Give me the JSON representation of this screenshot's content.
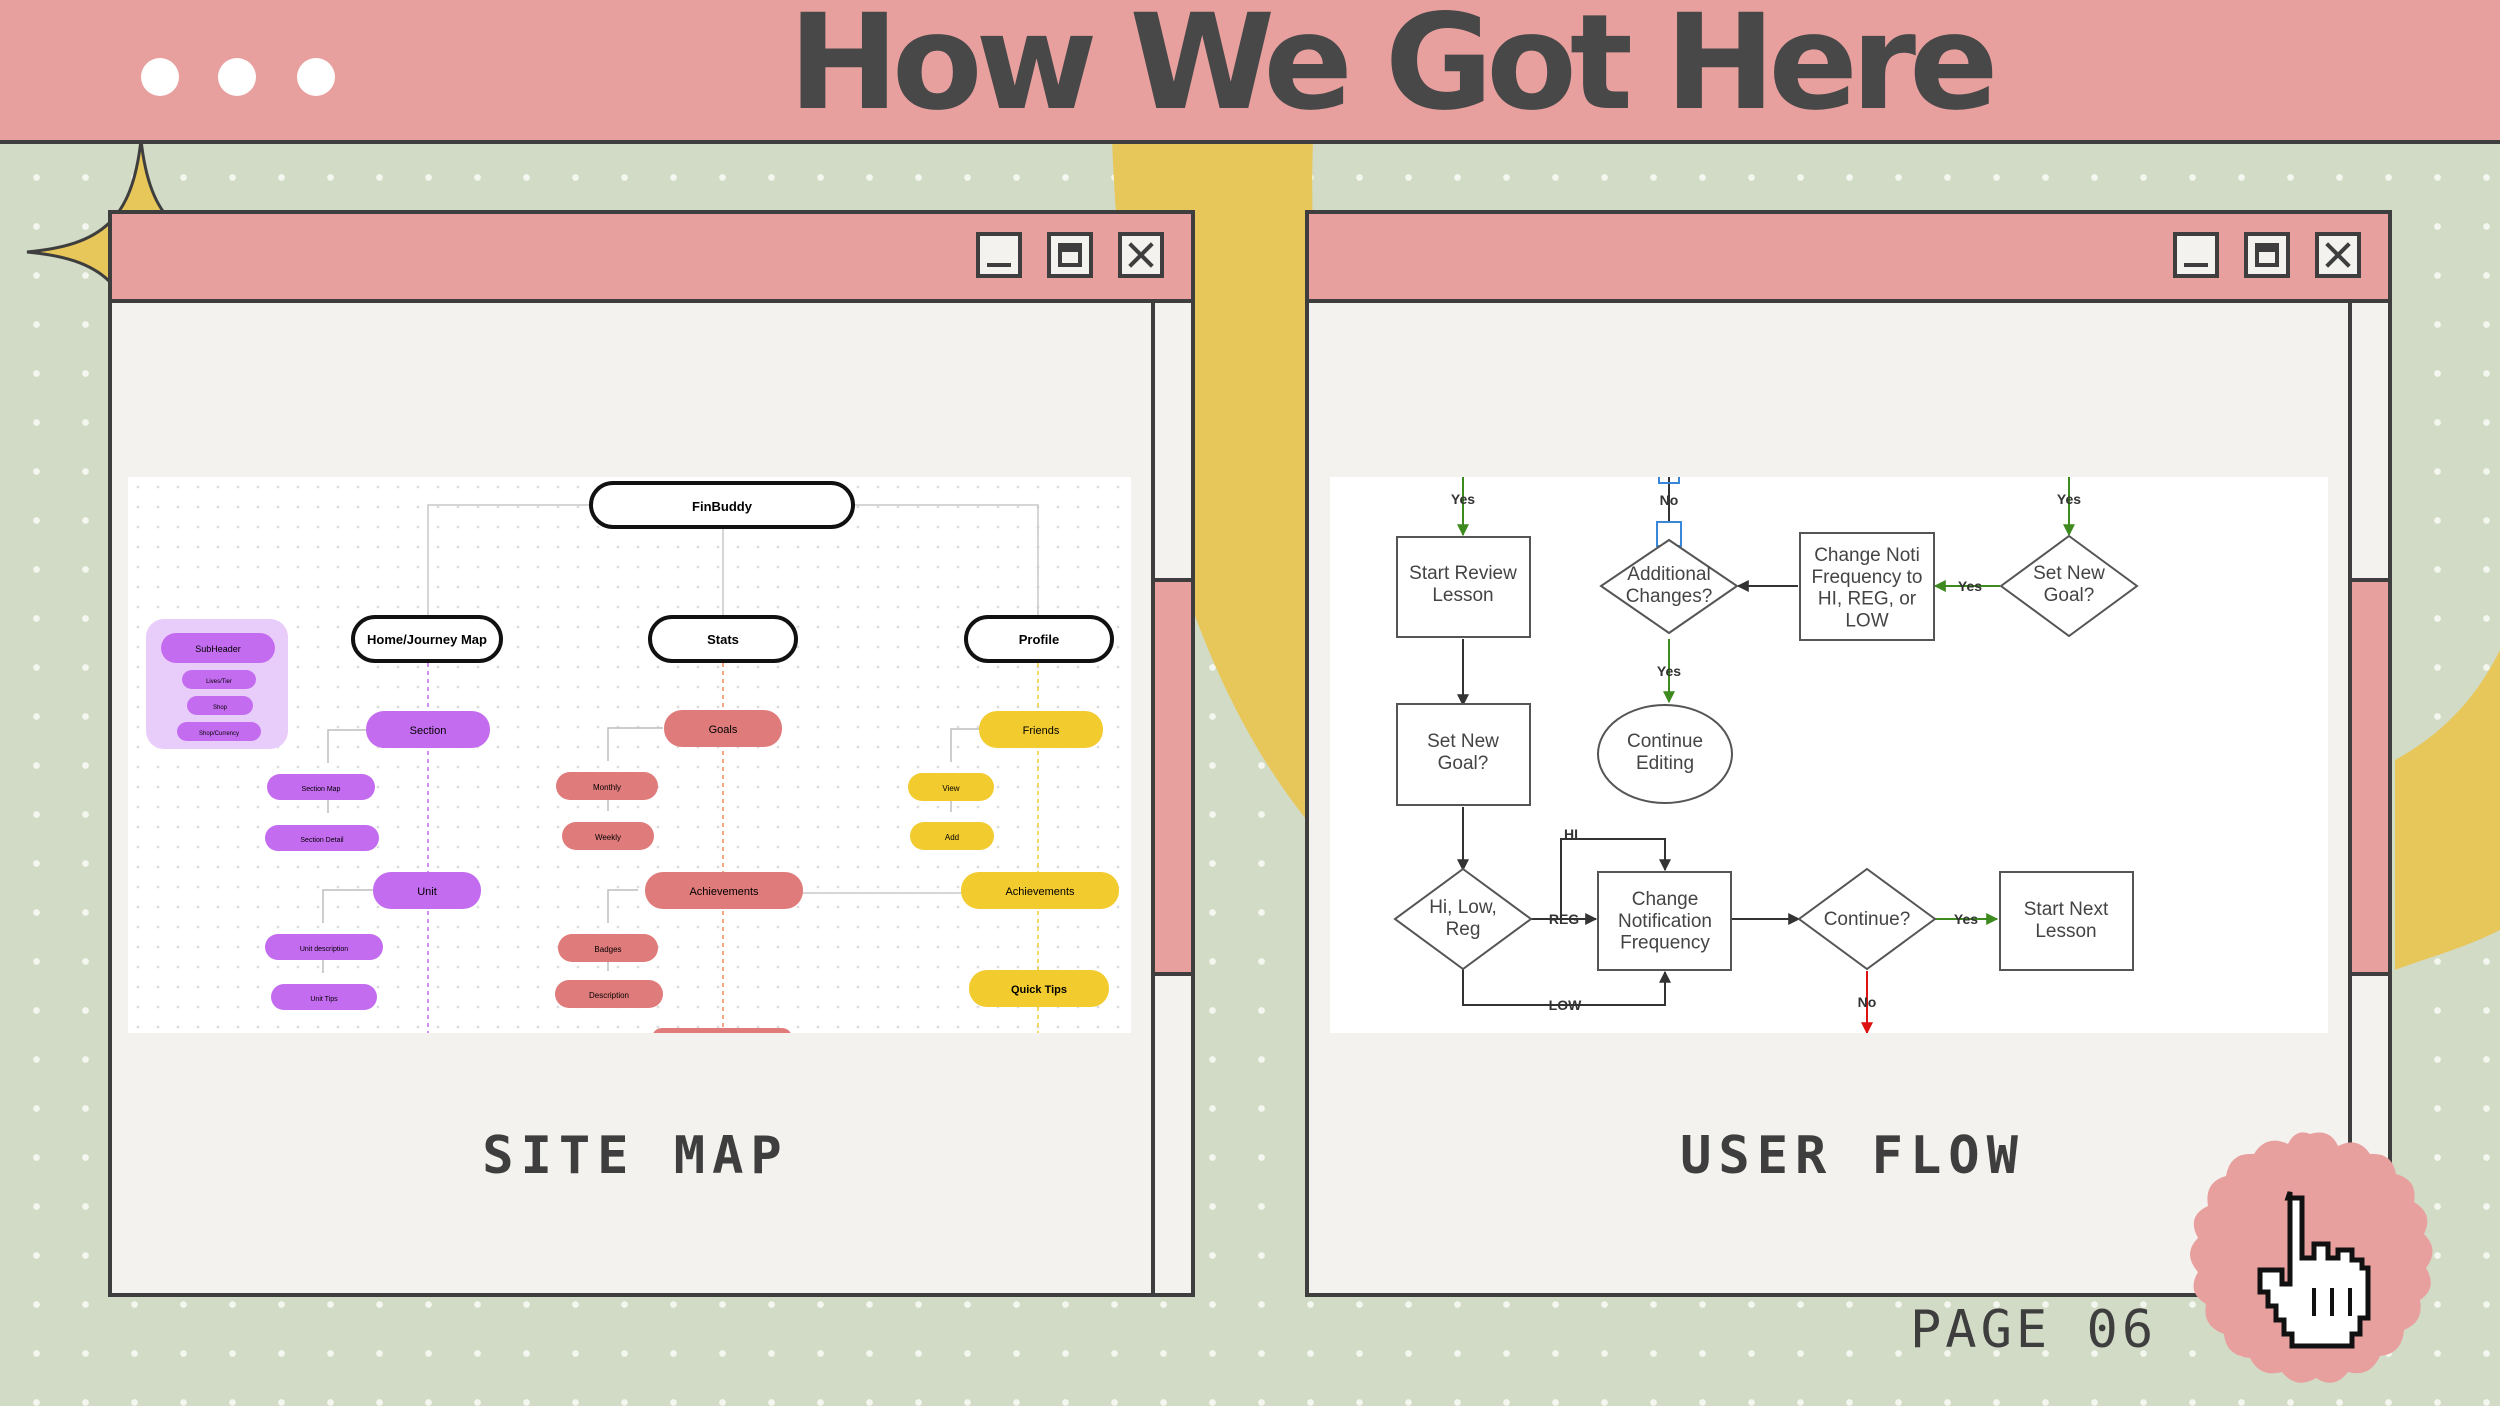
{
  "header": {
    "title": "How We Got Here",
    "dots": [
      "dot-1",
      "dot-2",
      "dot-3"
    ]
  },
  "colors": {
    "background": "#d2dbc6",
    "pink": "#e8a09f",
    "dark": "#3e3e3e",
    "yellow": "#e8c75a",
    "purple": "#c46cf0",
    "red": "#e07b7b",
    "gold": "#f2cb2f"
  },
  "left_window": {
    "buttons": [
      "minimize",
      "maximize",
      "close"
    ],
    "caption": "SITE MAP",
    "site_map": {
      "root": "FinBuddy",
      "sections": [
        "Home/Journey Map",
        "Stats",
        "Profile"
      ],
      "subheader_legend": [
        "SubHeader",
        "Lives/Tier",
        "Shop",
        "Shop/Currency"
      ],
      "home": [
        "Section",
        "Section Map",
        "Section Detail",
        "Unit",
        "Unit description",
        "Unit Tips"
      ],
      "stats": [
        "Goals",
        "Monthly",
        "Weekly",
        "Achievements",
        "Badges",
        "Description"
      ],
      "profile": [
        "Friends",
        "View",
        "Add",
        "Achievements",
        "Quick Tips"
      ]
    }
  },
  "right_window": {
    "buttons": [
      "minimize",
      "maximize",
      "close"
    ],
    "caption": "USER FLOW",
    "flow": {
      "start_review": "Start Review Lesson",
      "set_new_goal_left": "Set New Goal?",
      "hi_low_reg": "Hi, Low, Reg",
      "change_notif": "Change Notification Frequency",
      "continue_q": "Continue?",
      "start_next": "Start Next Lesson",
      "additional": "Additional Changes?",
      "continue_editing": "Continue Editing",
      "change_noti": "Change Noti Frequency to HI, REG, or LOW",
      "set_new_goal_right": "Set New Goal?",
      "labels": {
        "yes": "Yes",
        "no": "No",
        "hi": "HI",
        "reg": "REG",
        "low": "LOW"
      }
    }
  },
  "footer": {
    "page": "PAGE 06",
    "cursor_icon": "hand-pointer-icon"
  }
}
